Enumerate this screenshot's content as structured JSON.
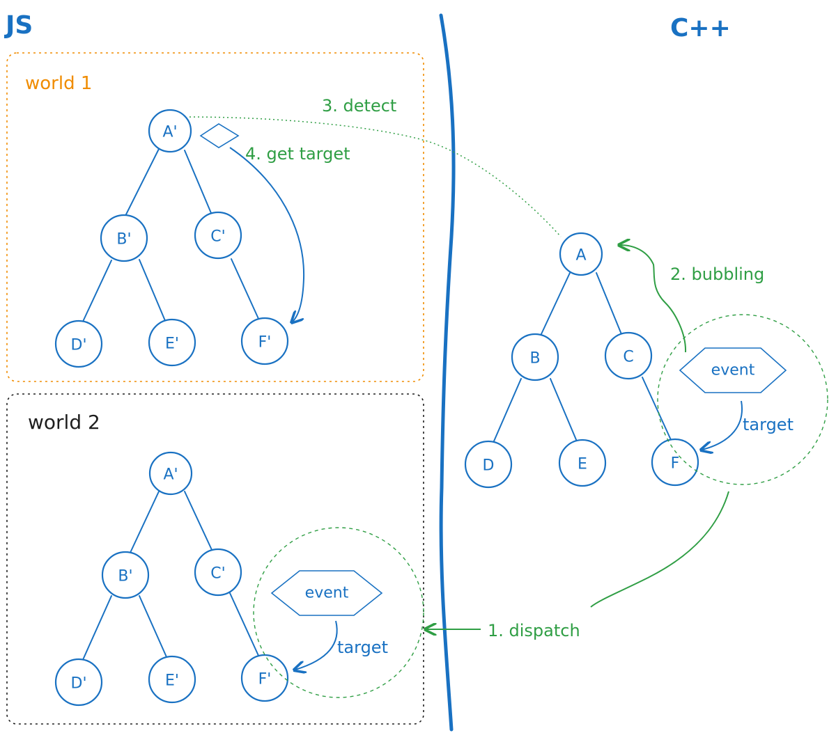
{
  "headers": {
    "left": "JS",
    "right": "C++"
  },
  "worlds": [
    {
      "label": "world 1",
      "color": "#f08c00"
    },
    {
      "label": "world 2",
      "color": "#1e1e1e"
    }
  ],
  "tree_js": [
    "A'",
    "B'",
    "C'",
    "D'",
    "E'",
    "F'"
  ],
  "tree_cpp": [
    "A",
    "B",
    "C",
    "D",
    "E",
    "F"
  ],
  "event_label": "event",
  "target_label": "target",
  "steps": {
    "dispatch": "1. dispatch",
    "bubbling": "2. bubbling",
    "detect": "3. detect",
    "get_target": "4. get target"
  },
  "colors": {
    "blue": "#1971c2",
    "green": "#2f9e44",
    "orange": "#f08c00",
    "dark": "#1e1e1e"
  }
}
